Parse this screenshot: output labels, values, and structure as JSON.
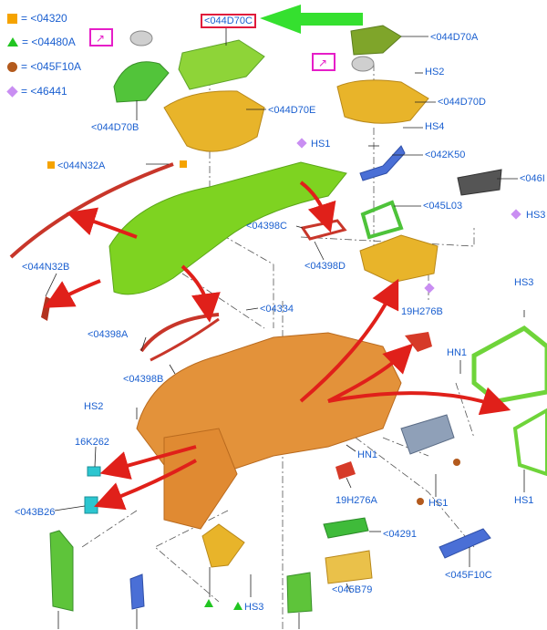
{
  "legend": [
    {
      "symbol": "square",
      "text": "= <04320"
    },
    {
      "symbol": "triangle",
      "text": "= <04480A"
    },
    {
      "symbol": "circle",
      "text": "= <045F10A"
    },
    {
      "symbol": "diamond",
      "text": "= <46441"
    }
  ],
  "colors": {
    "label_text": "#1a5fd0",
    "part_green": "#7ed321",
    "part_orange": "#e3923a",
    "part_gold": "#e9b22a",
    "part_red": "#c8362a",
    "part_blue": "#4a6fd6",
    "part_cyan": "#2cc6d0",
    "arrow_red": "#e0201a",
    "highlight_arrow": "#35e02f",
    "highlight_box": "#e01a3c",
    "tool_icon": "#e61ec8"
  },
  "labels": {
    "l_044D70C": "<044D70C",
    "l_044D70A": "<044D70A",
    "l_044D70B": "<044D70B",
    "l_044D70E": "<044D70E",
    "l_044D70D": "<044D70D",
    "l_HS2_top": "HS2",
    "l_HS4": "HS4",
    "l_HS1_mid": "HS1",
    "l_042K50": "<042K50",
    "l_046I": "<046I",
    "l_045L03": "<045L03",
    "l_HS3_right": "HS3",
    "l_044N32A": "<044N32A",
    "l_044N32B": "<044N32B",
    "l_04398C": "<04398C",
    "l_04398D": "<04398D",
    "l_04398A": "<04398A",
    "l_04398B": "<04398B",
    "l_04334": "<04334",
    "l_19H276B": "19H276B",
    "l_HS3_right2": "HS3",
    "l_HN1_right": "HN1",
    "l_HS2_left": "HS2",
    "l_16K262": "16K262",
    "l_043B26": "<043B26",
    "l_HN1_mid": "HN1",
    "l_19H276A": "19H276A",
    "l_HS1_bottom": "HS1",
    "l_HS1_br": "HS1",
    "l_04291": "<04291",
    "l_045F10C": "<045F10C",
    "l_HS3_bottom": "HS3",
    "l_045B79": "<045B79"
  },
  "icons": [
    "tool-icon",
    "tool-icon"
  ]
}
